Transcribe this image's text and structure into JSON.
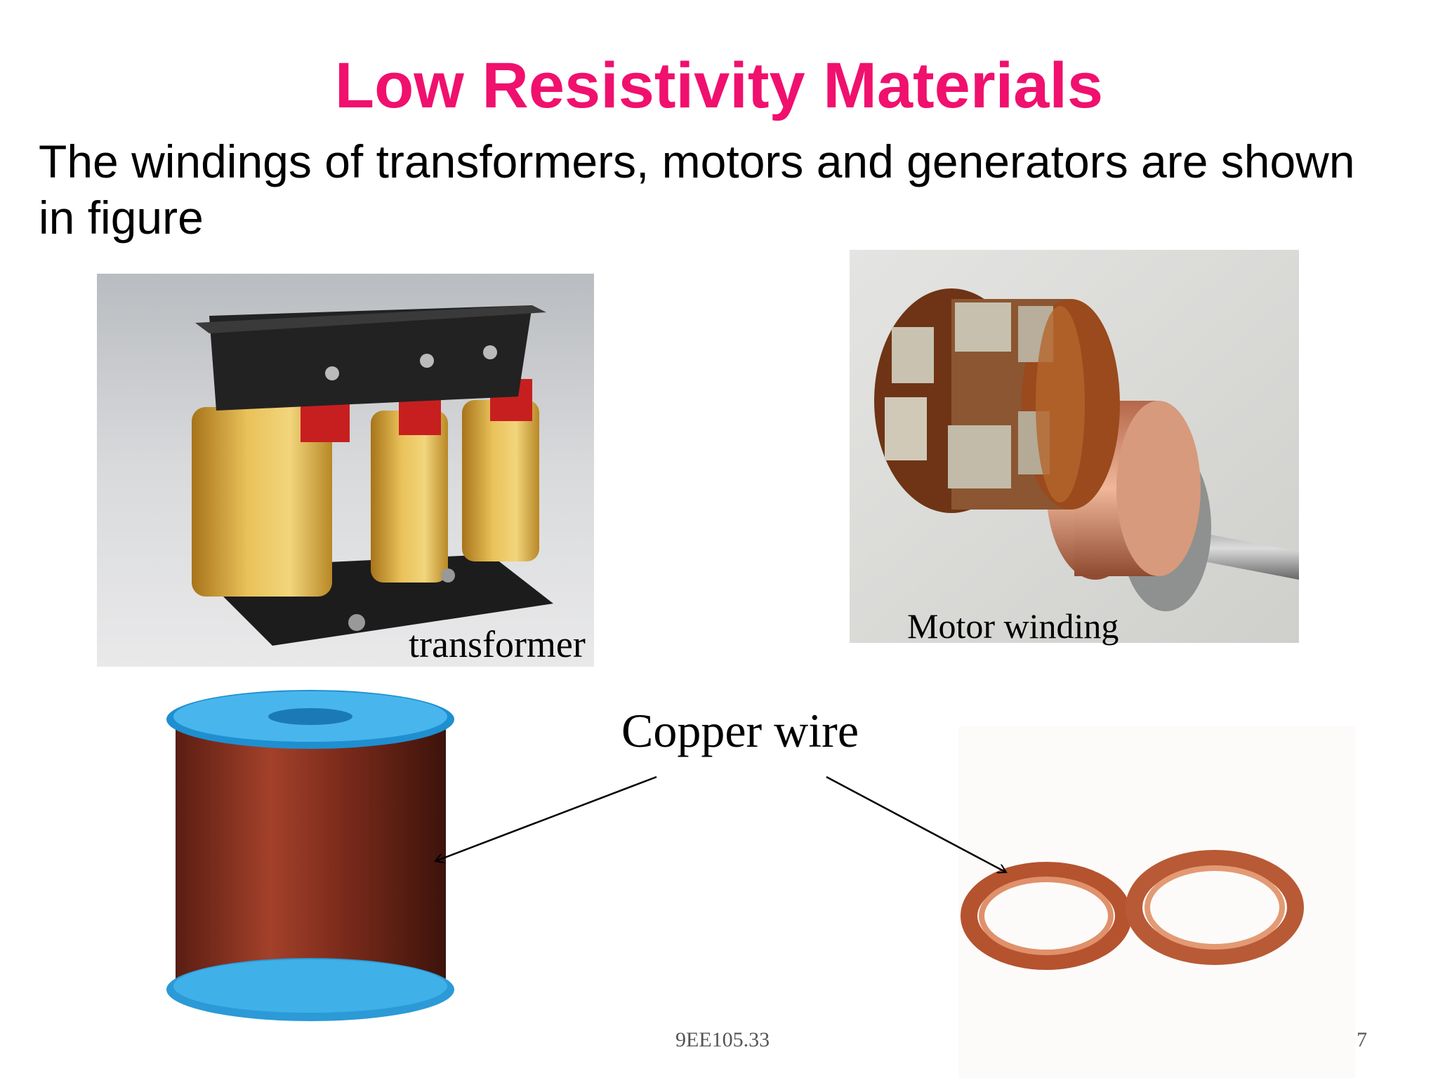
{
  "slide": {
    "title": "Low Resistivity Materials",
    "body": "The windings of transformers, motors and generators are shown in figure"
  },
  "captions": {
    "transformer": "transformer",
    "motor": "Motor winding",
    "copper": "Copper wire"
  },
  "footer": {
    "code": "9EE105.33",
    "page_number": "7"
  },
  "colors": {
    "title": "#f0106e",
    "text": "#000000"
  },
  "images": {
    "transformer": "transformer-photo",
    "motor": "motor-armature-photo",
    "spool": "copper-wire-spool-photo",
    "coil": "copper-wire-coils-photo"
  }
}
